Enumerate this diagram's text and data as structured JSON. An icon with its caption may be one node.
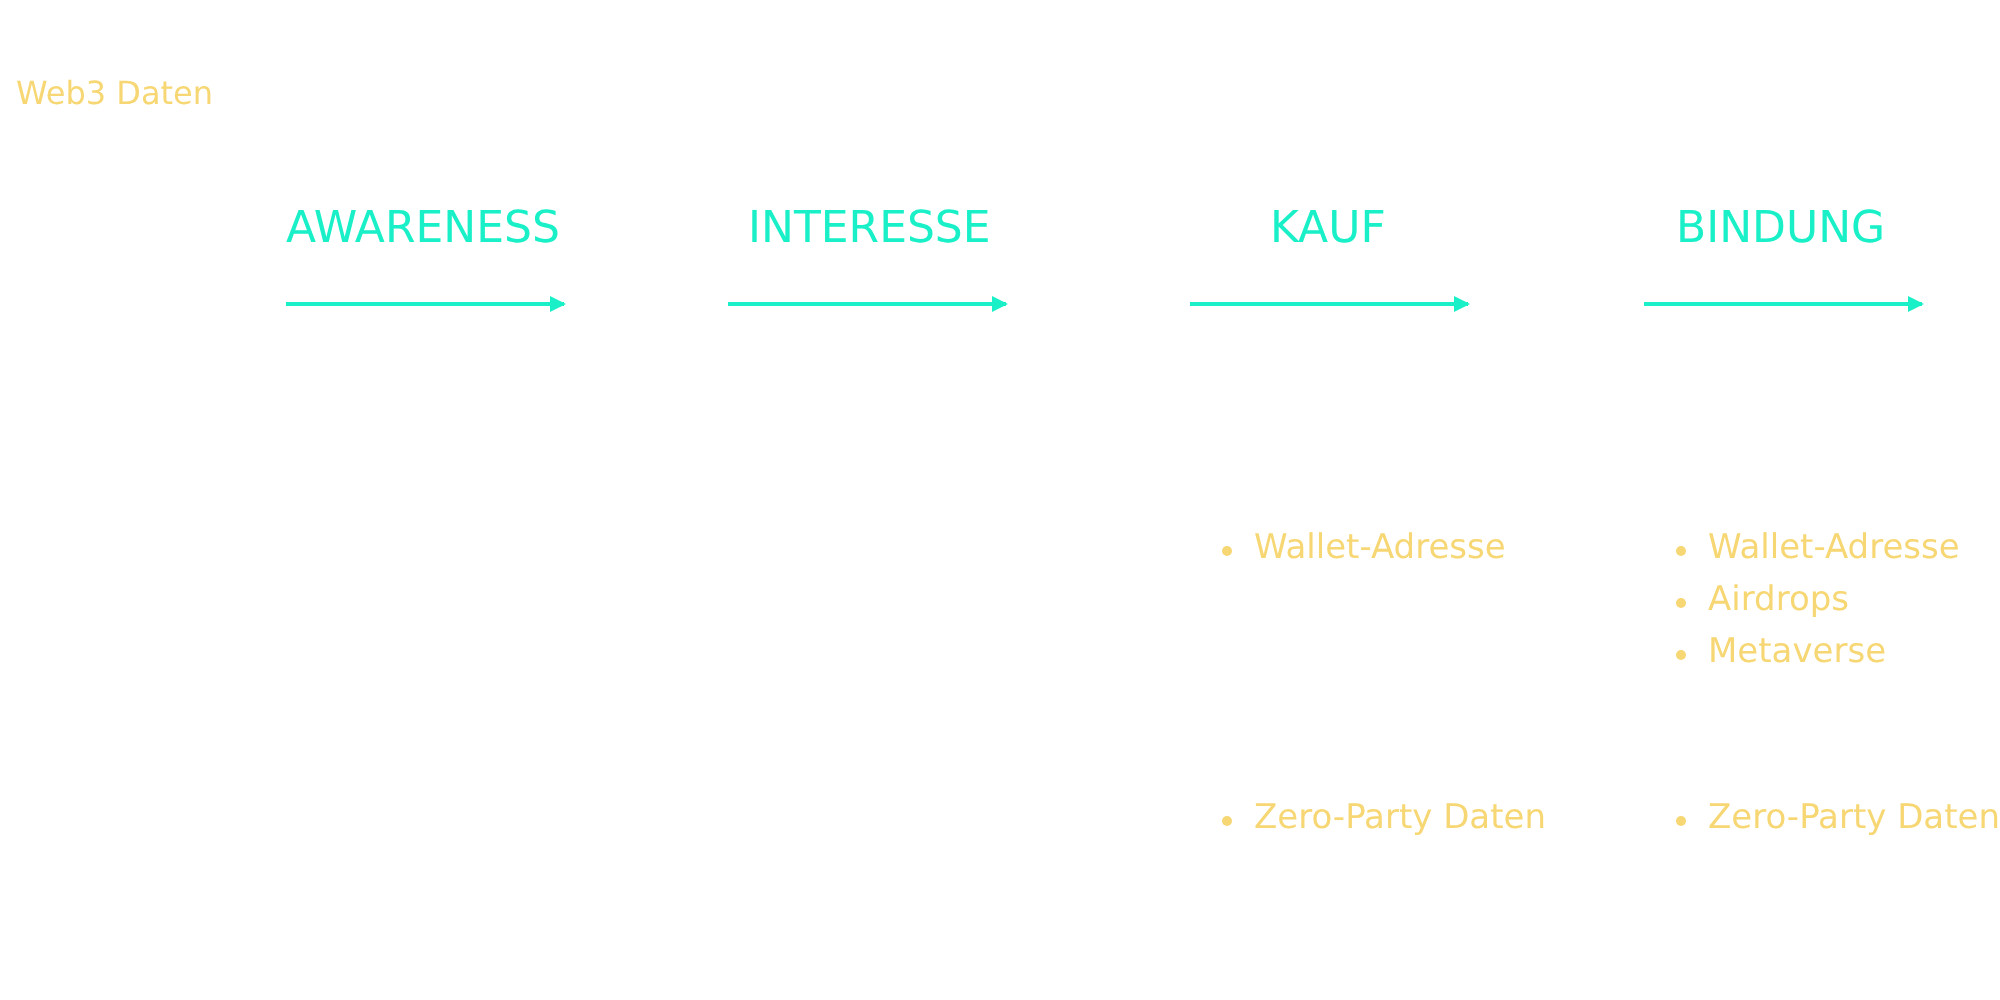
{
  "diagram": {
    "title": "Web3 Daten",
    "labels": [
      "AWARENESS",
      "INTERESSE",
      "KAUF",
      "BINDUNG",
      "Wallet-Adresse",
      "Wallet-Adresse",
      "Airdrops",
      "Metaverse",
      "Zero-Party Daten",
      "Zero-Party Daten"
    ]
  }
}
